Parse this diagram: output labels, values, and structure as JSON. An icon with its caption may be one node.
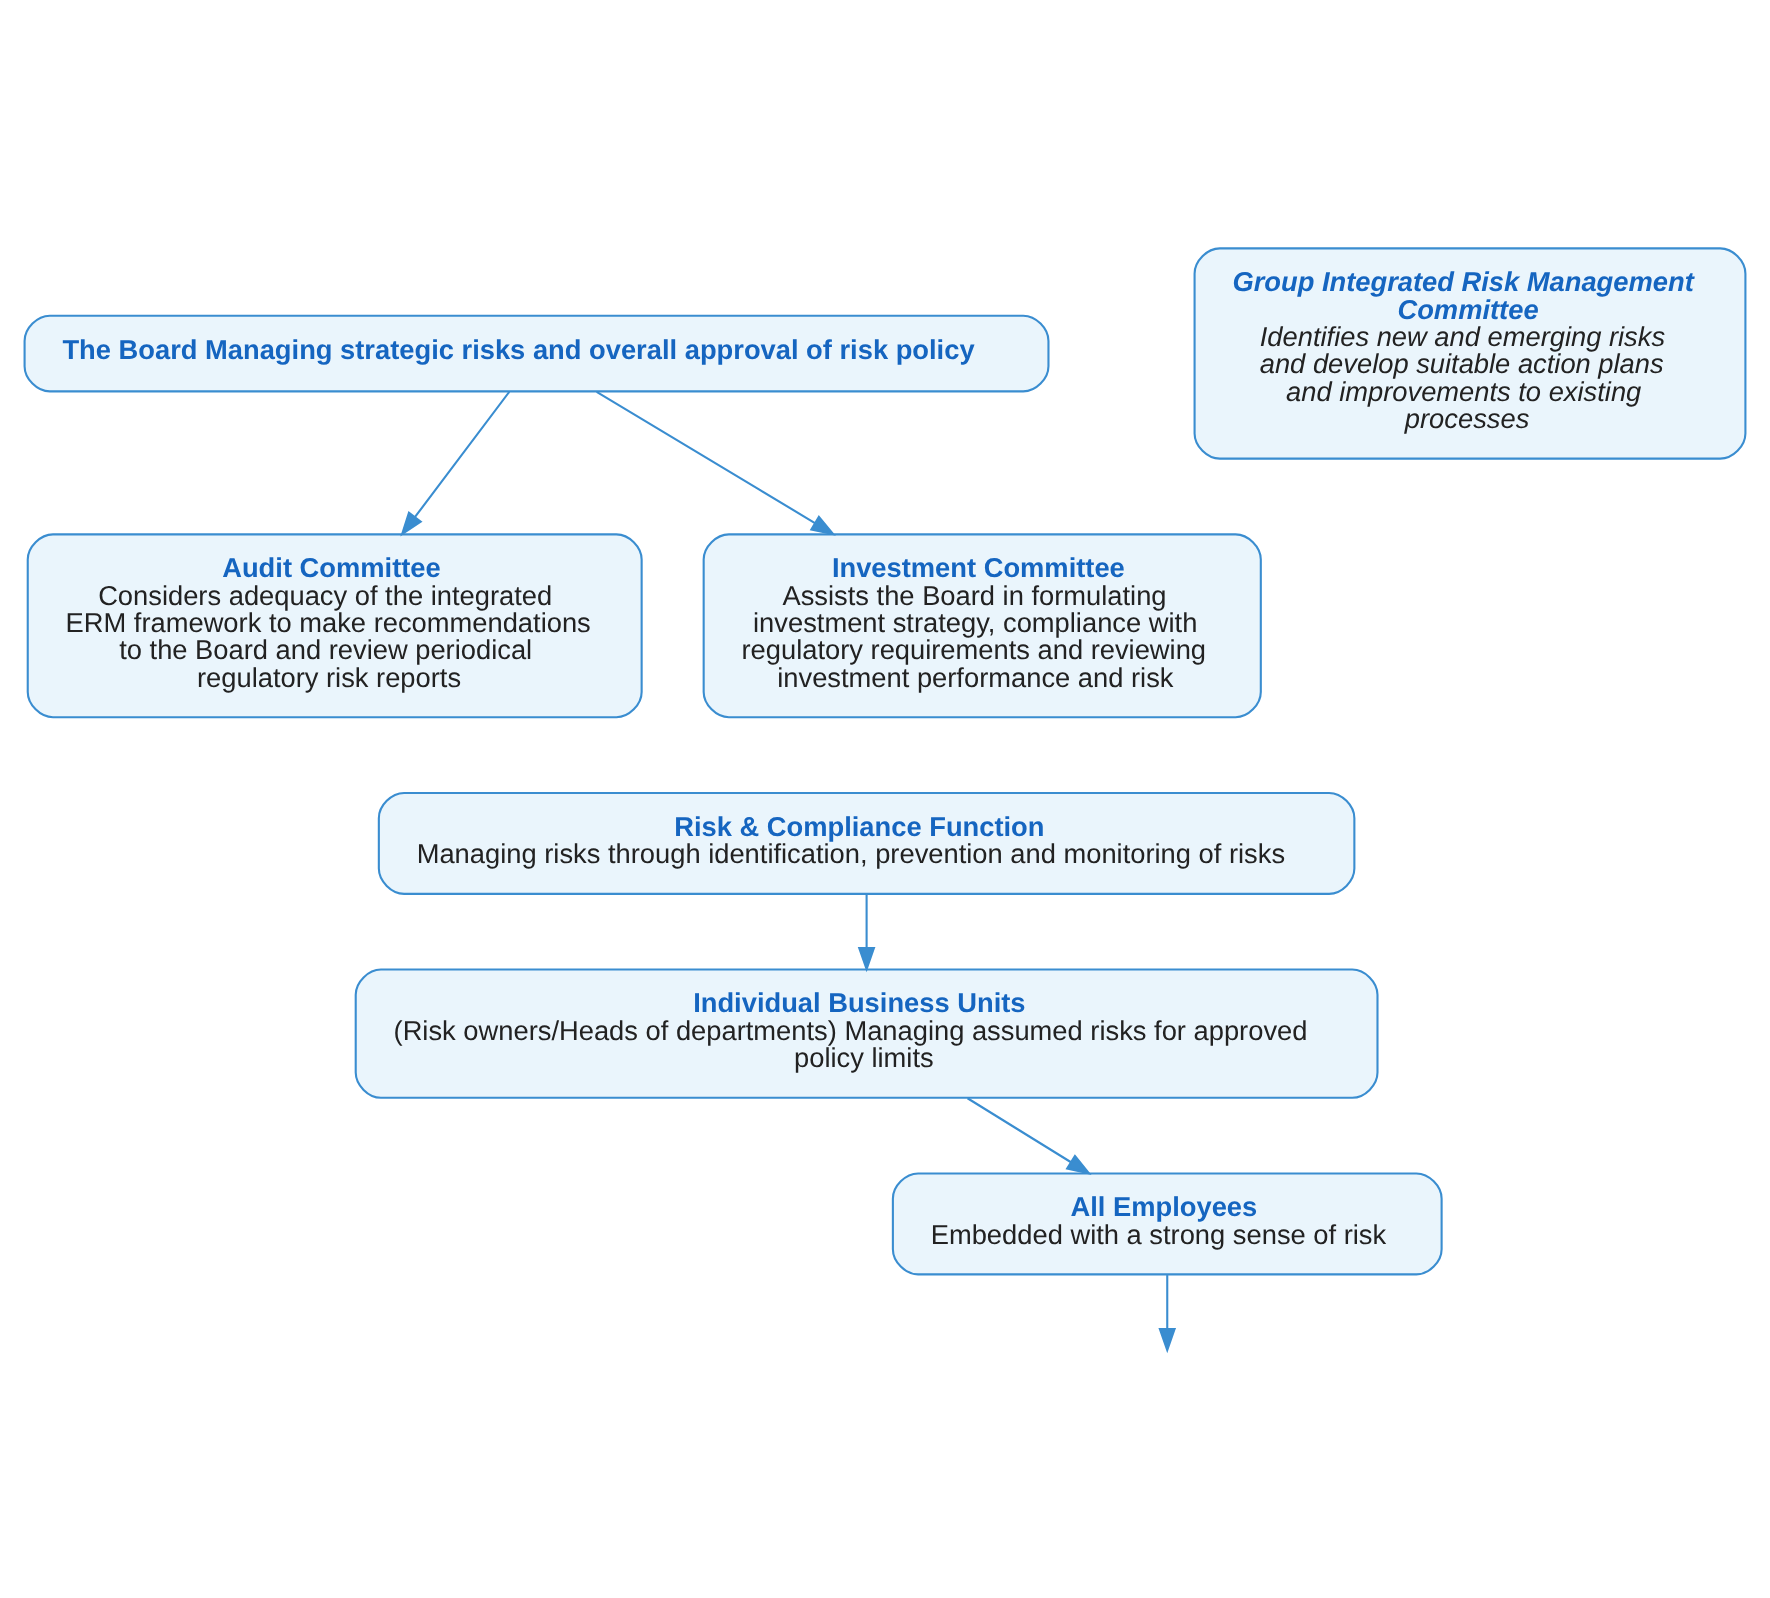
{
  "diagram": {
    "nodes": [
      {
        "text": [
          "The Board Managing strategic risks and overall approval of risk policy"
        ]
      },
      {
        "text": [
          "Audit Committee",
          "Considers adequacy of the integrated ERM framework to make recommendations to the Board and review periodical regulatory risk reports"
        ]
      },
      {
        "text": [
          "Investment Committee",
          "Assists the Board in formulating investment strategy, compliance with regulatory requirements and reviewing investment performance and risk"
        ]
      },
      {
        "text": [
          "Risk & Compliance Function",
          "Managing risks through identification, prevention and monitoring of risks"
        ]
      },
      {
        "text": [
          "Individual Business Units",
          "(Risk owners/Heads of departments) Managing assumed risks for approved policy limits"
        ]
      },
      {
        "text": [
          "All Employees",
          "Embedded with a strong sense of risk"
        ]
      },
      {
        "text": [
          "Group Integrated Risk Management Committee",
          "Identifies new and emerging risks and develop suitable action plans and improvements to existing processes"
        ]
      }
    ],
    "edges": [
      {
        "from": 0,
        "to": 1,
        "arrow": "to"
      },
      {
        "from": 0,
        "to": 2,
        "arrow": "to"
      },
      {
        "from": 3,
        "to": 4,
        "arrow": "to"
      },
      {
        "from": 4,
        "to": 5,
        "arrow": "to"
      },
      {
        "from": 5,
        "to": null,
        "arrow": "to"
      }
    ]
  }
}
